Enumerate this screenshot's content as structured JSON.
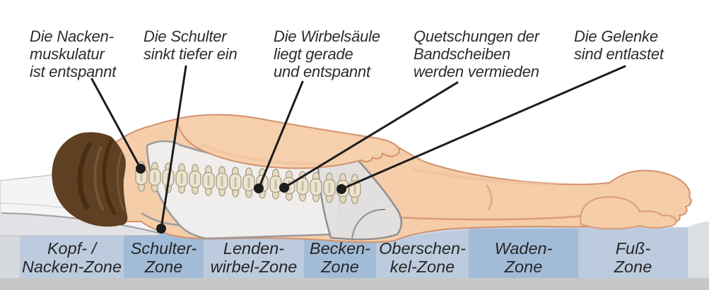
{
  "annotations": [
    {
      "target": "neck-muscles",
      "lines": [
        "Die Nacken-",
        "muskulatur",
        "ist entspannt"
      ]
    },
    {
      "target": "shoulder",
      "lines": [
        "Die Schulter",
        "sinkt tiefer ein"
      ]
    },
    {
      "target": "spine",
      "lines": [
        "Die Wirbelsäule",
        "liegt gerade",
        "und entspannt"
      ]
    },
    {
      "target": "spinal-discs",
      "lines": [
        "Quetschungen der",
        "Bandscheiben",
        "werden vermieden"
      ]
    },
    {
      "target": "joints",
      "lines": [
        "Die Gelenke",
        "sind entlastet"
      ]
    }
  ],
  "mattress_zones": [
    {
      "lines": [
        "Kopf- /",
        "Nacken-Zone"
      ],
      "shade": "light"
    },
    {
      "lines": [
        "Schulter-",
        "Zone"
      ],
      "shade": "dark"
    },
    {
      "lines": [
        "Lenden-",
        "wirbel-Zone"
      ],
      "shade": "light"
    },
    {
      "lines": [
        "Becken-",
        "Zone"
      ],
      "shade": "dark"
    },
    {
      "lines": [
        "Oberschen-",
        "kel-Zone"
      ],
      "shade": "light"
    },
    {
      "lines": [
        "Waden-",
        "Zone"
      ],
      "shade": "dark"
    },
    {
      "lines": [
        "Fuß-",
        "Zone"
      ],
      "shade": "light"
    }
  ],
  "colors": {
    "zone_light": "#bccbdd",
    "zone_dark": "#a2bcd8",
    "mattress_base": "#c6c7c9",
    "annotation_text": "#2c2c2c",
    "zone_text": "#262626",
    "leader_line": "#1c1c1c",
    "skin": "#f5cda9",
    "hair": "#5f4023",
    "bone": "#ece4d1"
  }
}
